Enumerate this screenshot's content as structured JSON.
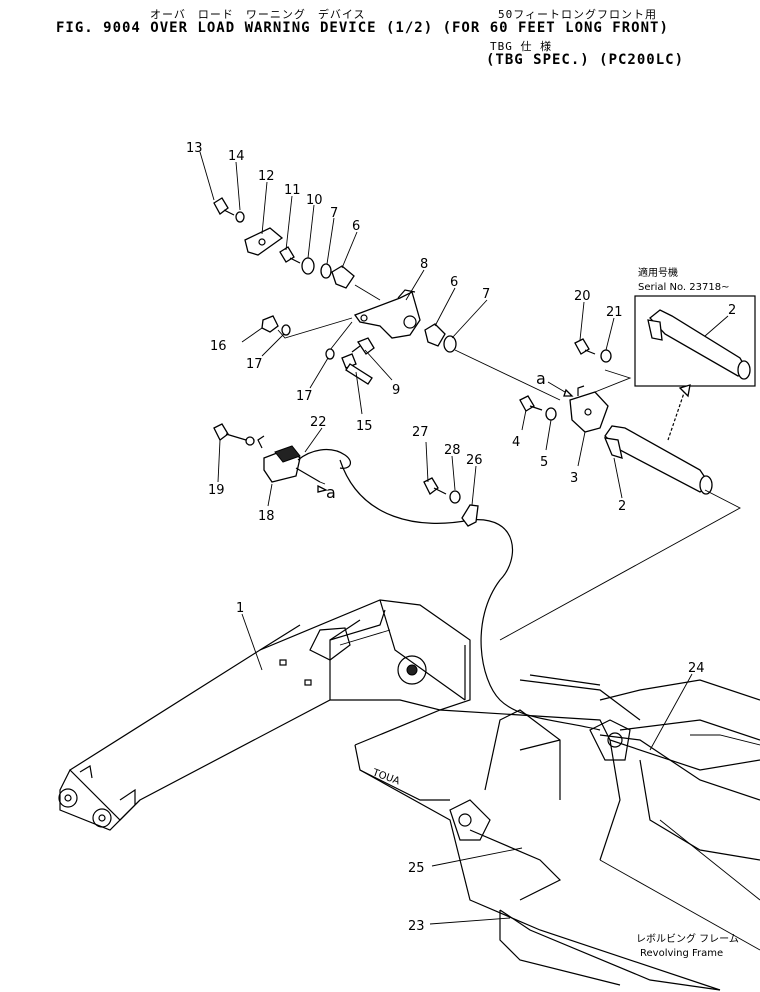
{
  "header": {
    "kana_line1": "オーバ　ロード　ワーニング　デバイス",
    "kana_line1b": "50フィートロングフロント用",
    "title": "FIG. 9004  OVER LOAD WARNING DEVICE (1/2) (FOR 60 FEET LONG FRONT)",
    "kana_line2": "TBG 仕 様",
    "spec": "(TBG SPEC.) (PC200LC)"
  },
  "inset": {
    "kana": "適用号機",
    "serial": "Serial No. 23718~"
  },
  "frame_label": {
    "kana": "レボルビング フレーム",
    "english": "Revolving Frame"
  },
  "callout_a": "a",
  "callouts": [
    "1",
    "2",
    "3",
    "4",
    "5",
    "6",
    "7",
    "8",
    "9",
    "10",
    "11",
    "12",
    "13",
    "14",
    "15",
    "16",
    "17",
    "18",
    "19",
    "20",
    "21",
    "22",
    "23",
    "24",
    "25",
    "26",
    "27",
    "28"
  ]
}
